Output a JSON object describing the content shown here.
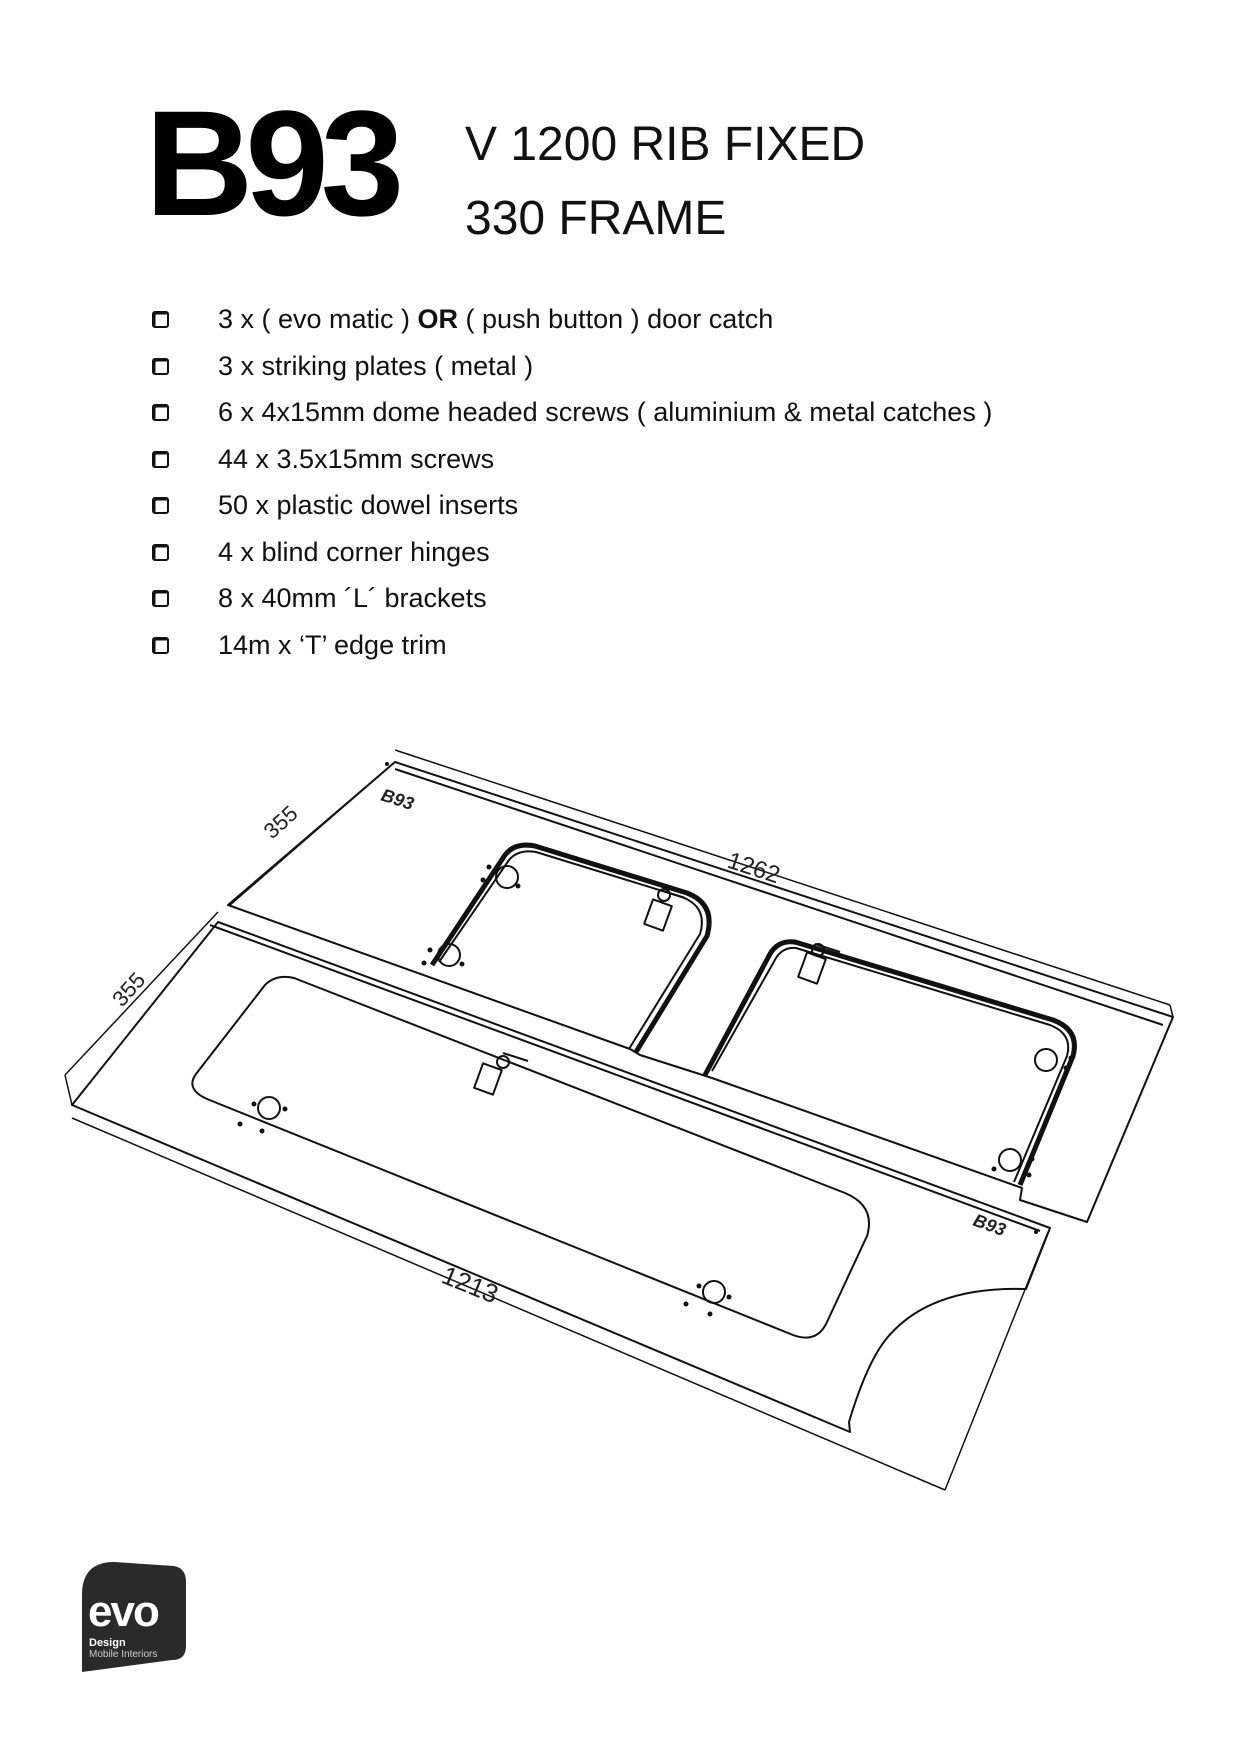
{
  "header": {
    "code": "B93",
    "title_line1": "V 1200 RIB FIXED",
    "title_line2": "330 FRAME"
  },
  "parts_list": [
    {
      "before": "3 x ( evo matic ) ",
      "bold": "OR",
      "after": " ( push button ) door catch"
    },
    {
      "before": "3 x striking plates ( metal )",
      "bold": "",
      "after": ""
    },
    {
      "before": "6 x 4x15mm dome headed screws ( aluminium & metal catches )",
      "bold": "",
      "after": ""
    },
    {
      "before": "44 x 3.5x15mm screws",
      "bold": "",
      "after": ""
    },
    {
      "before": "50 x plastic dowel inserts",
      "bold": "",
      "after": ""
    },
    {
      "before": "4 x blind corner hinges",
      "bold": "",
      "after": ""
    },
    {
      "before": "8 x 40mm ´L´ brackets",
      "bold": "",
      "after": ""
    },
    {
      "before": "14m x ‘T’ edge trim",
      "bold": "",
      "after": ""
    }
  ],
  "diagram": {
    "dim_top_width": "355",
    "dim_top_length": "1262",
    "dim_bottom_width": "355",
    "dim_bottom_length": "1213",
    "panel_label_top": "B93",
    "panel_label_bottom": "B93"
  },
  "logo": {
    "word": "evo",
    "line1": "Design",
    "line2": "Mobile Interiors",
    "color": "#2a2a2a"
  }
}
